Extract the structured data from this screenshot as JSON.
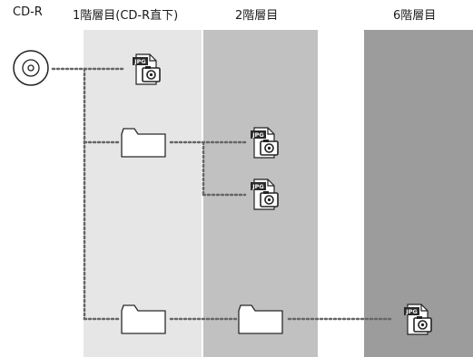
{
  "headers": {
    "cdr": "CD-R",
    "level1": "1階層目(CD-R直下)",
    "level2": "2階層目",
    "level6": "6階層目"
  },
  "file_icons": {
    "label": "JPG",
    "items": [
      {
        "name": "jpg-file-icon-level1"
      },
      {
        "name": "jpg-file-icon-level2-a"
      },
      {
        "name": "jpg-file-icon-level2-b"
      },
      {
        "name": "jpg-file-icon-level6"
      }
    ]
  },
  "folders": [
    {
      "name": "folder-icon-level1-top"
    },
    {
      "name": "folder-icon-level1-bottom"
    },
    {
      "name": "folder-icon-level2"
    }
  ],
  "colors": {
    "level1_band": "#e6e6e6",
    "level2_band": "#c1c1c1",
    "level6_band": "#9c9c9c",
    "connector": "#666666",
    "icon_dark": "#2a2a2a"
  }
}
